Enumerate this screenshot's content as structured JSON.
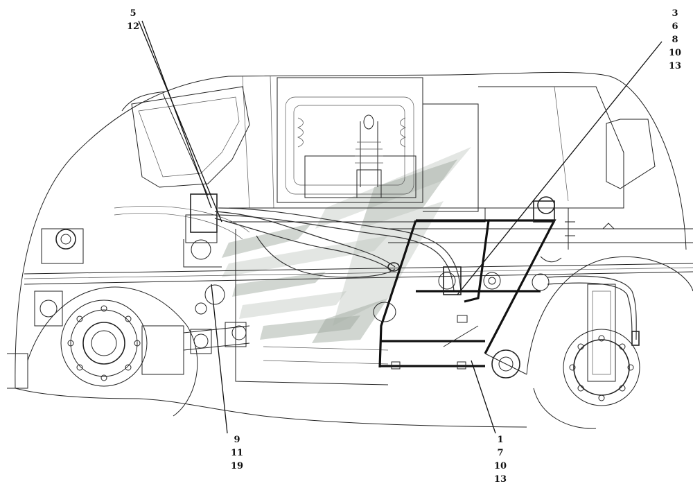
{
  "callouts": {
    "top_left": [
      "5",
      "12"
    ],
    "top_right": [
      "3",
      "6",
      "8",
      "10",
      "13"
    ],
    "bottom_left": [
      "9",
      "11",
      "19"
    ],
    "bottom_right": [
      "1",
      "7",
      "10",
      "13"
    ]
  }
}
